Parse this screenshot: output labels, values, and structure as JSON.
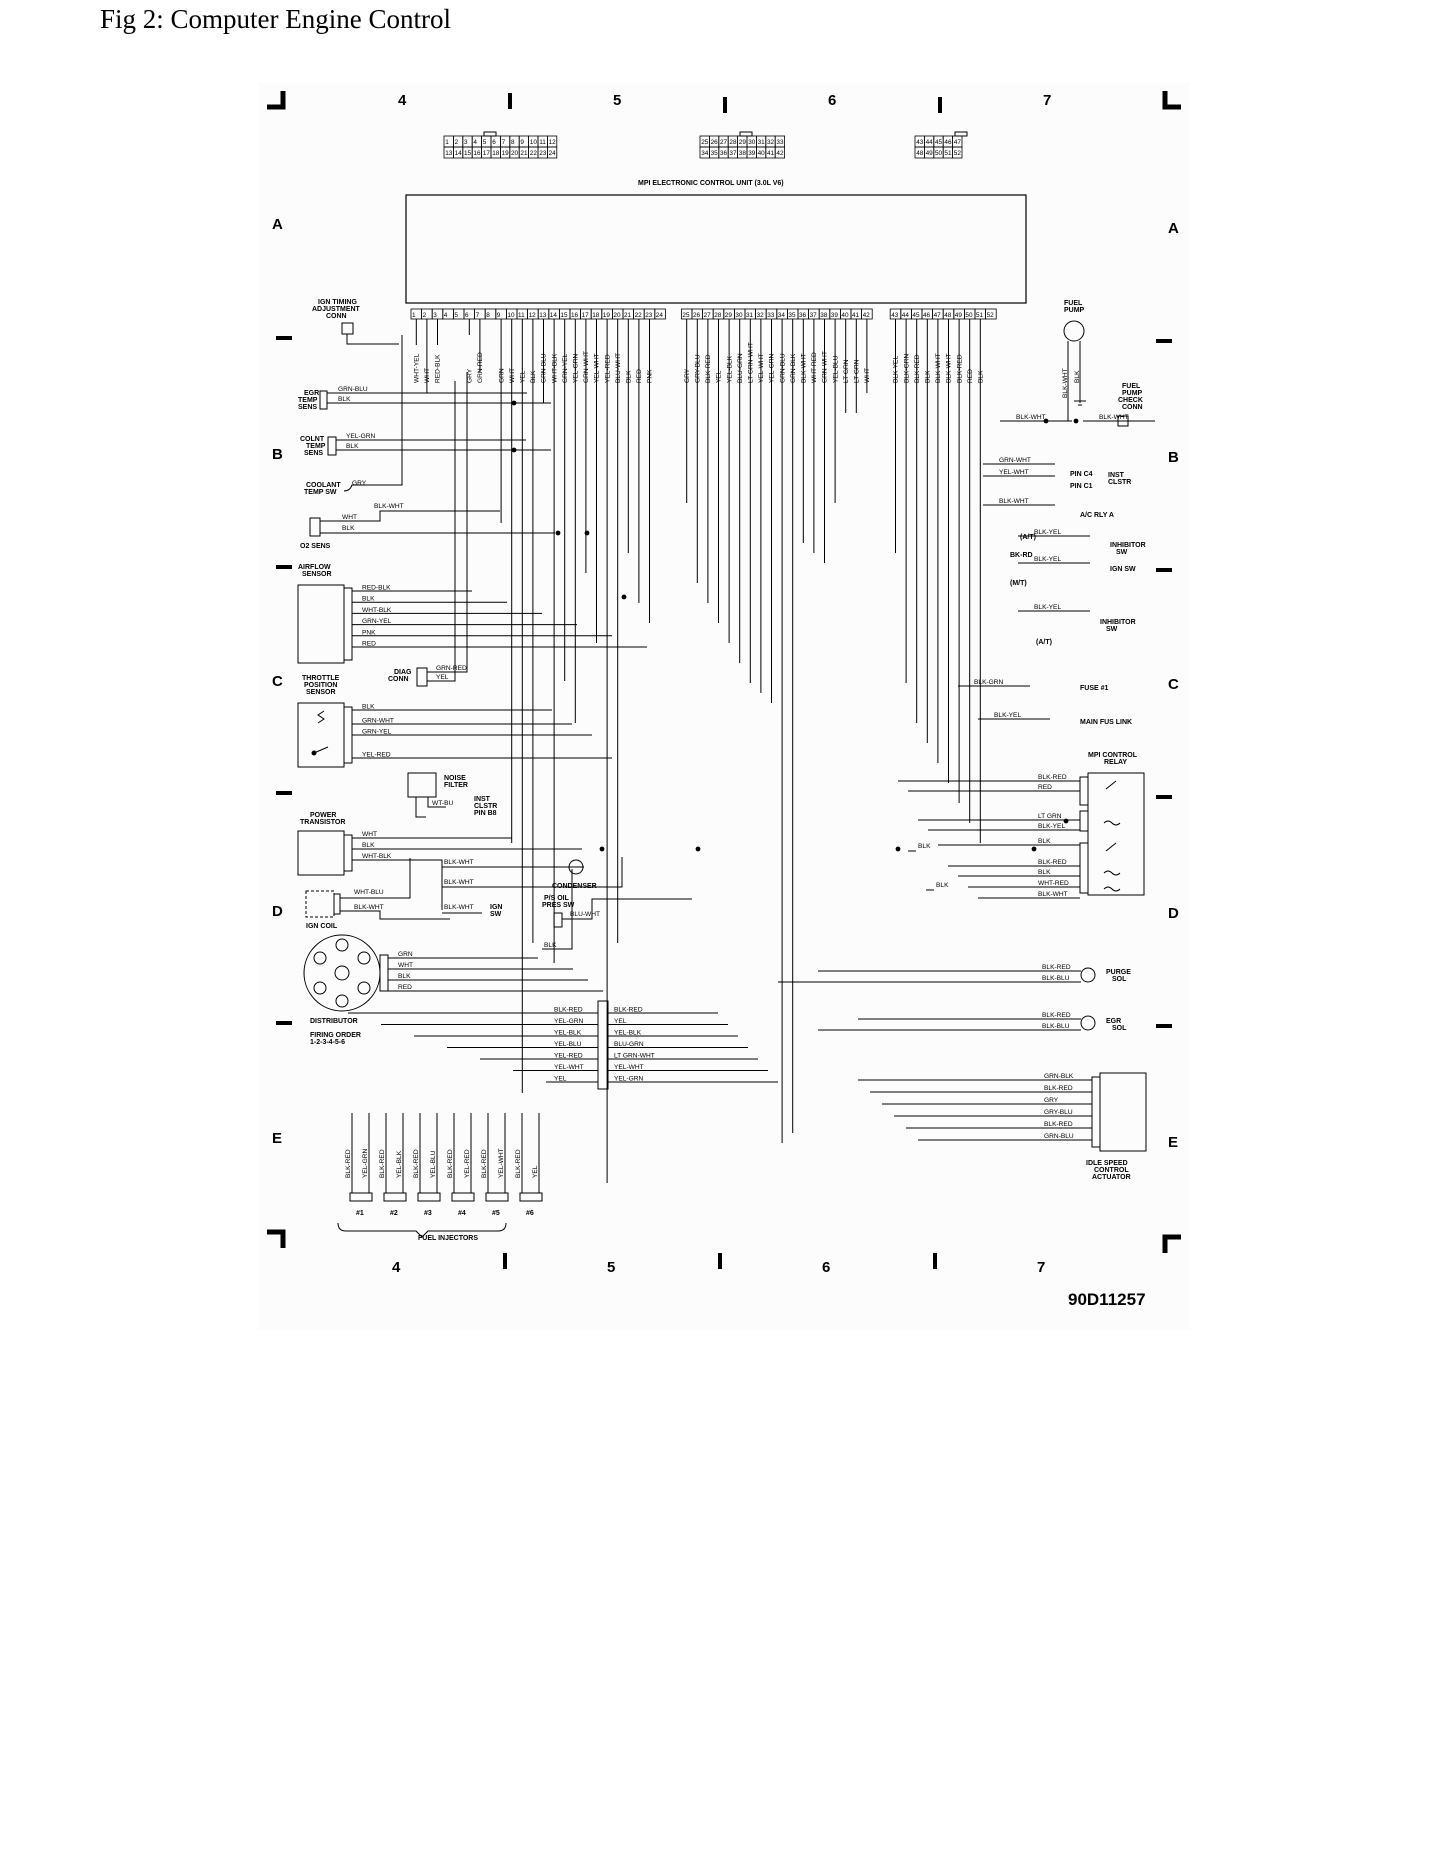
{
  "caption": "Fig 2: Computer Engine Control",
  "figure_code": "90D11257",
  "ecu": {
    "title": "MPI ELECTRONIC CONTROL UNIT (3.0L V6)",
    "connector_pins": [
      [
        "1",
        "2",
        "3",
        "4",
        "5",
        "6",
        "7",
        "8",
        "9",
        "10",
        "11",
        "12"
      ],
      [
        "13",
        "14",
        "15",
        "16",
        "17",
        "18",
        "19",
        "20",
        "21",
        "22",
        "23",
        "24"
      ],
      [
        "25",
        "26",
        "27",
        "28",
        "29",
        "30",
        "31",
        "32",
        "33"
      ],
      [
        "34",
        "35",
        "36",
        "37",
        "38",
        "39",
        "40",
        "41",
        "42"
      ],
      [
        "43",
        "44",
        "45",
        "46",
        "47"
      ],
      [
        "48",
        "49",
        "50",
        "51",
        "52"
      ]
    ],
    "terminals": [
      {
        "pin": "1",
        "wire": "WHT-YEL"
      },
      {
        "pin": "2",
        "wire": "WHT"
      },
      {
        "pin": "3",
        "wire": "RED-BLK"
      },
      {
        "pin": "4",
        "wire": ""
      },
      {
        "pin": "5",
        "wire": ""
      },
      {
        "pin": "6",
        "wire": "GRY"
      },
      {
        "pin": "7",
        "wire": "GRN-RED"
      },
      {
        "pin": "8",
        "wire": ""
      },
      {
        "pin": "9",
        "wire": "GRN"
      },
      {
        "pin": "10",
        "wire": "WHT"
      },
      {
        "pin": "11",
        "wire": "YEL"
      },
      {
        "pin": "12",
        "wire": "BLK"
      },
      {
        "pin": "13",
        "wire": "GRN-BLU"
      },
      {
        "pin": "14",
        "wire": "WHT-BLK"
      },
      {
        "pin": "15",
        "wire": "GRN-YEL"
      },
      {
        "pin": "16",
        "wire": "YEL-GRN"
      },
      {
        "pin": "17",
        "wire": "GRN-WHT"
      },
      {
        "pin": "18",
        "wire": "YEL-WHT"
      },
      {
        "pin": "19",
        "wire": "YEL-RED"
      },
      {
        "pin": "20",
        "wire": "BLU-WHT"
      },
      {
        "pin": "21",
        "wire": "BLK"
      },
      {
        "pin": "22",
        "wire": "RED"
      },
      {
        "pin": "23",
        "wire": "PNK"
      },
      {
        "pin": "24",
        "wire": ""
      },
      {
        "pin": "25",
        "wire": "GRY"
      },
      {
        "pin": "26",
        "wire": "GRY-BLU"
      },
      {
        "pin": "27",
        "wire": "BLK-RED"
      },
      {
        "pin": "28",
        "wire": "YEL"
      },
      {
        "pin": "29",
        "wire": "YEL-BLK"
      },
      {
        "pin": "30",
        "wire": "BLU-GRN"
      },
      {
        "pin": "31",
        "wire": "LT GRN-WHT"
      },
      {
        "pin": "32",
        "wire": "YEL-WHT"
      },
      {
        "pin": "33",
        "wire": "YEL-GRN"
      },
      {
        "pin": "34",
        "wire": "GRN-BLU"
      },
      {
        "pin": "35",
        "wire": "GRN-BLK"
      },
      {
        "pin": "36",
        "wire": "BLK-WHT"
      },
      {
        "pin": "37",
        "wire": "WHT-RED"
      },
      {
        "pin": "38",
        "wire": "GRN-WHT"
      },
      {
        "pin": "39",
        "wire": "YEL-BLU"
      },
      {
        "pin": "40",
        "wire": "LT GRN"
      },
      {
        "pin": "41",
        "wire": "LT GRN"
      },
      {
        "pin": "42",
        "wire": "WHT"
      },
      {
        "pin": "43",
        "wire": "BLK-YEL"
      },
      {
        "pin": "44",
        "wire": "BLK-GRN"
      },
      {
        "pin": "45",
        "wire": "BLK-RED"
      },
      {
        "pin": "46",
        "wire": "BLK"
      },
      {
        "pin": "47",
        "wire": "BLK-WHT"
      },
      {
        "pin": "48",
        "wire": "BLK-WHT"
      },
      {
        "pin": "49",
        "wire": "BLK-RED"
      },
      {
        "pin": "50",
        "wire": "RED"
      },
      {
        "pin": "51",
        "wire": "BLK"
      },
      {
        "pin": "52",
        "wire": ""
      }
    ]
  },
  "grid": {
    "columns": [
      "4",
      "5",
      "6",
      "7"
    ],
    "rows": [
      "A",
      "B",
      "C",
      "D",
      "E"
    ]
  },
  "components": {
    "ign_timing": [
      "IGN TIMING",
      "ADJUSTMENT",
      "CONN"
    ],
    "egr_temp": [
      "EGR",
      "TEMP",
      "SENS"
    ],
    "colnt_temp": [
      "COLNT",
      "TEMP",
      "SENS"
    ],
    "coolant_sw": [
      "COOLANT",
      "TEMP SW"
    ],
    "o2": "O2 SENS",
    "airflow": [
      "AIRFLOW",
      "SENSOR"
    ],
    "diag": [
      "DIAG",
      "CONN"
    ],
    "tps": [
      "THROTTLE",
      "POSITION",
      "SENSOR"
    ],
    "noise_filter": [
      "NOISE",
      "FILTER"
    ],
    "inst_cl": [
      "INST",
      "CLSTR",
      "PIN B8"
    ],
    "power_tr": [
      "POWER",
      "TRANSISTOR"
    ],
    "ign_coil": "IGN COIL",
    "ign_sw": [
      "IGN",
      "SW"
    ],
    "condenser": "CONDENSER",
    "ps_oil": [
      "P/S OIL",
      "PRES SW"
    ],
    "distributor": "DISTRIBUTOR",
    "firing": [
      "FIRING ORDER",
      "1-2-3-4-5-6"
    ],
    "injectors": "FUEL INJECTORS",
    "injector_nums": [
      "#1",
      "#2",
      "#3",
      "#4",
      "#5",
      "#6"
    ],
    "fuel_pump": [
      "FUEL",
      "PUMP"
    ],
    "fp_check": [
      "FUEL",
      "PUMP",
      "CHECK",
      "CONN"
    ],
    "pin_c4": "PIN C4",
    "pin_c1": "PIN C1",
    "inst_clstr": [
      "INST",
      "CLSTR"
    ],
    "ac_rly": "A/C RLY A",
    "inhibitor1": [
      "INHIBITOR",
      "SW"
    ],
    "ign_sw_r": "IGN SW",
    "at": "(A/T)",
    "mt": "(M/T)",
    "bk_rd": "BK-RD",
    "inhibitor2": [
      "INHIBITOR",
      "SW"
    ],
    "at2": "(A/T)",
    "fuse": "FUSE #1",
    "main_fus": "MAIN FUS LINK",
    "mpi_relay": [
      "MPI CONTROL",
      "RELAY"
    ],
    "purge": [
      "PURGE",
      "SOL"
    ],
    "egr_sol": [
      "EGR",
      "SOL"
    ],
    "isc": [
      "IDLE SPEED",
      "CONTROL",
      "ACTUATOR"
    ]
  },
  "wire_labels": {
    "egr": [
      "GRN-BLU",
      "BLK"
    ],
    "colnt": [
      "YEL-GRN",
      "BLK"
    ],
    "coolant_sw": "GRY",
    "o2": [
      "BLK-WHT",
      "WHT",
      "BLK"
    ],
    "airflow": [
      "RED-BLK",
      "BLK",
      "WHT-BLK",
      "GRN-YEL",
      "PNK",
      "RED"
    ],
    "diag": [
      "GRN-RED",
      "YEL"
    ],
    "tps": [
      "BLK",
      "GRN-WHT",
      "GRN-YEL",
      "YEL-RED"
    ],
    "noise": "WT-BU",
    "power_tr": [
      "WHT",
      "BLK",
      "WHT-BLK"
    ],
    "coil": [
      "WHT-BLU",
      "BLK-WHT"
    ],
    "center": [
      "BLK-WHT",
      "BLK-WHT",
      "BLK-WHT",
      "BLU-WHT",
      "BLK"
    ],
    "dist": [
      "GRN",
      "WHT",
      "BLK",
      "RED"
    ],
    "inj_left": [
      "BLK-RED",
      "YEL-GRN",
      "YEL-BLK",
      "YEL-BLU",
      "YEL-RED",
      "YEL-WHT",
      "YEL"
    ],
    "inj_right": [
      "BLK-RED",
      "YEL",
      "YEL-BLK",
      "BLU-GRN",
      "LT GRN-WHT",
      "YEL-WHT",
      "YEL-GRN"
    ],
    "inj_vert": [
      "BLK-RED",
      "YEL-GRN",
      "BLK-RED",
      "YEL-BLK",
      "BLK-RED",
      "YEL-BLU",
      "BLK-RED",
      "YEL-RED",
      "BLK-RED",
      "YEL-WHT",
      "BLK-RED",
      "YEL"
    ],
    "fuel_pump": [
      "BLK-WHT",
      "BLK"
    ],
    "right": [
      "BLK-WHT",
      "BLK-WHT",
      "GRN-WHT",
      "YEL-WHT",
      "BLK-WHT",
      "BLK-YEL",
      "BLK-YEL",
      "BLK-YEL",
      "BLK-GRN",
      "BLK-YEL"
    ],
    "relay": [
      "BLK-RED",
      "RED",
      "LT GRN",
      "BLK-YEL",
      "BLK",
      "BLK-RED",
      "BLK",
      "WHT-RED",
      "BLK-WHT"
    ],
    "mid_blk": [
      "BLK",
      "BLK"
    ],
    "purge": [
      "BLK-RED",
      "BLK-BLU"
    ],
    "egr_sol": [
      "BLK-RED",
      "BLK-BLU"
    ],
    "isc": [
      "GRN-BLK",
      "BLK-RED",
      "GRY",
      "GRY-BLU",
      "BLK-RED",
      "GRN-BLU"
    ]
  }
}
